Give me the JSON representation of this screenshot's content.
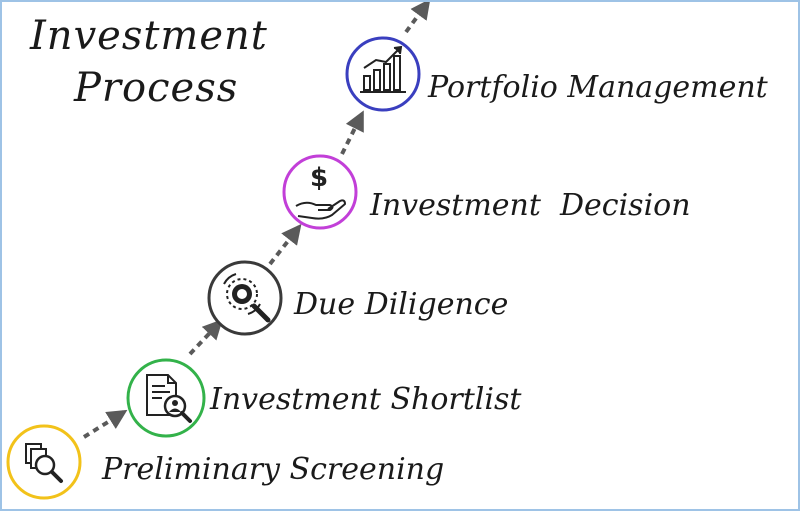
{
  "title": {
    "line1": "Investment",
    "line2": "Process"
  },
  "colors": {
    "arrow": "#5a5a5a",
    "step1": "#f2c21a",
    "step2": "#33b24a",
    "step3": "#3a3a3a",
    "step4": "#c23fd8",
    "step5": "#3a3fbf",
    "frame": "#9ec3e6"
  },
  "steps": [
    {
      "label": "Preliminary Screening",
      "icon": "documents-magnifier-icon"
    },
    {
      "label": "Investment Shortlist",
      "icon": "document-person-search-icon"
    },
    {
      "label": "Due Diligence",
      "icon": "gear-magnifier-icon"
    },
    {
      "label": "Investment  Decision",
      "icon": "hand-dollar-icon"
    },
    {
      "label": "Portfolio Management",
      "icon": "growth-chart-icon"
    }
  ]
}
